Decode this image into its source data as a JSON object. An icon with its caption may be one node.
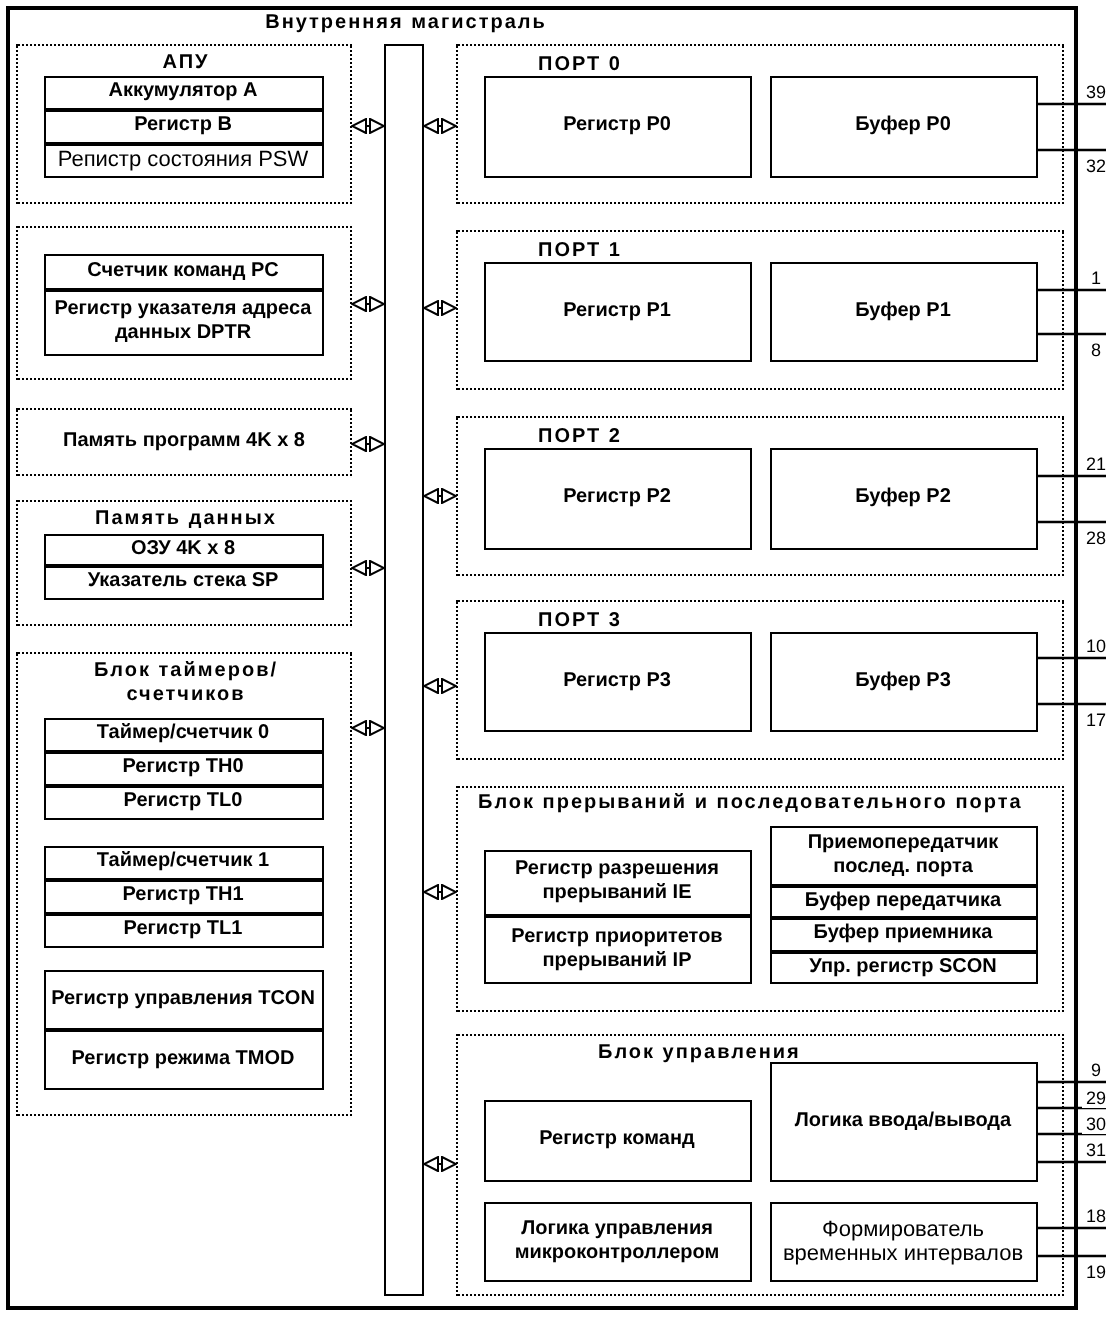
{
  "diagram": {
    "nodes": [
      {
        "text": [
          "Внутренняя магистраль"
        ]
      },
      {
        "text": [
          "АПУ"
        ]
      },
      {
        "text": [
          "Аккумулятор A"
        ],
        "in": 1
      },
      {
        "text": [
          "Регистр B"
        ],
        "in": 1
      },
      {
        "text": [
          "Репистр состояния PSW"
        ],
        "in": 1
      },
      {
        "text": [],
        "shape": "box"
      },
      {
        "text": [
          "Счетчик команд PC"
        ],
        "in": 5
      },
      {
        "text": [
          "Регистр указателя адреса данных DPTR"
        ],
        "in": 5
      },
      {
        "text": [
          "Память программ 4K x 8"
        ]
      },
      {
        "text": [
          "Память данных"
        ]
      },
      {
        "text": [
          "ОЗУ 4K x 8"
        ],
        "in": 9
      },
      {
        "text": [
          "Указатель стека SP"
        ],
        "in": 9
      },
      {
        "text": [
          "Блок таймеров/счетчиков"
        ]
      },
      {
        "text": [
          "Таймер/счетчик 0"
        ],
        "in": 12
      },
      {
        "text": [
          "Регистр TH0"
        ],
        "in": 12
      },
      {
        "text": [
          "Регистр TL0"
        ],
        "in": 12
      },
      {
        "text": [
          "Таймер/счетчик 1"
        ],
        "in": 12
      },
      {
        "text": [
          "Регистр TH1"
        ],
        "in": 12
      },
      {
        "text": [
          "Регистр TL1"
        ],
        "in": 12
      },
      {
        "text": [
          "Регистр управления TCON"
        ],
        "in": 12
      },
      {
        "text": [
          "Регистр режима TMOD"
        ],
        "in": 12
      },
      {
        "text": [
          "ПОРТ 0"
        ]
      },
      {
        "text": [
          "Регистр P0"
        ],
        "in": 21
      },
      {
        "text": [
          "Буфер P0"
        ],
        "in": 21
      },
      {
        "text": [
          "ПОРТ 1"
        ]
      },
      {
        "text": [
          "Регистр P1"
        ],
        "in": 24
      },
      {
        "text": [
          "Буфер P1"
        ],
        "in": 24
      },
      {
        "text": [
          "ПОРТ 2"
        ]
      },
      {
        "text": [
          "Регистр P2"
        ],
        "in": 27
      },
      {
        "text": [
          "Буфер P2"
        ],
        "in": 27
      },
      {
        "text": [
          "ПОРТ 3"
        ]
      },
      {
        "text": [
          "Регистр P3"
        ],
        "in": 30
      },
      {
        "text": [
          "Буфер P3"
        ],
        "in": 30
      },
      {
        "text": [
          "Блок прерываний и последовательного порта"
        ]
      },
      {
        "text": [
          "Регистр разрешения прерываний IE"
        ],
        "in": 33
      },
      {
        "text": [
          "Регистр приоритетов прерываний IP"
        ],
        "in": 33
      },
      {
        "text": [
          "Приемопередатчик послед. порта"
        ],
        "in": 33
      },
      {
        "text": [
          "Буфер передатчика"
        ],
        "in": 33
      },
      {
        "text": [
          "Буфер приемника"
        ],
        "in": 33
      },
      {
        "text": [
          "Упр. регистр SCON"
        ],
        "in": 33
      },
      {
        "text": [
          "Блок управления"
        ]
      },
      {
        "text": [
          "Логика ввода/вывода"
        ],
        "in": 40
      },
      {
        "text": [
          "Регистр команд"
        ],
        "in": 40
      },
      {
        "text": [
          "Логика управления микроконтроллером"
        ],
        "in": 40
      },
      {
        "text": [
          "Формирователь временных интервалов"
        ],
        "in": 40
      }
    ],
    "edges": [
      {
        "from": 1,
        "to": 0,
        "arrow": "both"
      },
      {
        "from": 5,
        "to": 0,
        "arrow": "both"
      },
      {
        "from": 8,
        "to": 0,
        "arrow": "both"
      },
      {
        "from": 9,
        "to": 0,
        "arrow": "both"
      },
      {
        "from": 12,
        "to": 0,
        "arrow": "both"
      },
      {
        "from": 0,
        "to": 21,
        "arrow": "both"
      },
      {
        "from": 0,
        "to": 24,
        "arrow": "both"
      },
      {
        "from": 0,
        "to": 27,
        "arrow": "both"
      },
      {
        "from": 0,
        "to": 30,
        "arrow": "both"
      },
      {
        "from": 0,
        "to": 33,
        "arrow": "both"
      },
      {
        "from": 0,
        "to": 40,
        "arrow": "both"
      },
      {
        "from": 23,
        "to": null,
        "arrow": "none",
        "label": "39"
      },
      {
        "from": 23,
        "to": null,
        "arrow": "none",
        "label": "32"
      },
      {
        "from": 26,
        "to": null,
        "arrow": "none",
        "label": "1"
      },
      {
        "from": 26,
        "to": null,
        "arrow": "none",
        "label": "8"
      },
      {
        "from": 29,
        "to": null,
        "arrow": "none",
        "label": "21"
      },
      {
        "from": 29,
        "to": null,
        "arrow": "none",
        "label": "28"
      },
      {
        "from": 32,
        "to": null,
        "arrow": "none",
        "label": "10"
      },
      {
        "from": 32,
        "to": null,
        "arrow": "none",
        "label": "17"
      },
      {
        "from": 41,
        "to": null,
        "arrow": "none",
        "label": "9"
      },
      {
        "from": 41,
        "to": null,
        "arrow": "none",
        "label": "29"
      },
      {
        "from": 41,
        "to": null,
        "arrow": "none",
        "label": "30"
      },
      {
        "from": 41,
        "to": null,
        "arrow": "none",
        "label": "31"
      },
      {
        "from": 44,
        "to": null,
        "arrow": "none",
        "label": "18"
      },
      {
        "from": 44,
        "to": null,
        "arrow": "none",
        "label": "19"
      }
    ]
  }
}
